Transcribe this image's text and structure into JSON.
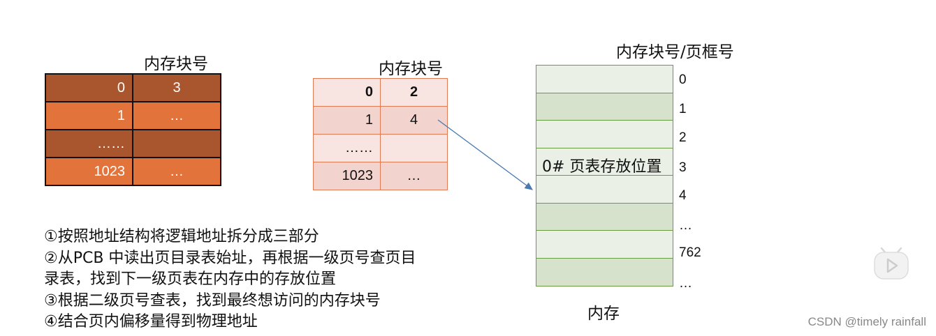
{
  "table1": {
    "header": "内存块号",
    "rows": [
      {
        "left": "0",
        "right": "3"
      },
      {
        "left": "1",
        "right": "…"
      },
      {
        "left": "……",
        "right": ""
      },
      {
        "left": "1023",
        "right": "…"
      }
    ]
  },
  "table2": {
    "header": "内存块号",
    "rows": [
      {
        "left": "0",
        "right": "2"
      },
      {
        "left": "1",
        "right": "4"
      },
      {
        "left": "……",
        "right": ""
      },
      {
        "left": "1023",
        "right": "…"
      }
    ]
  },
  "memory": {
    "header": "内存块号/页框号",
    "label": "内存",
    "page_table_label": "0# 页表存放位置",
    "numbers": [
      "0",
      "1",
      "2",
      "3",
      "4",
      "…",
      "762",
      "…"
    ]
  },
  "steps": [
    "①按照地址结构将逻辑地址拆分成三部分",
    "②从PCB 中读出页目录表始址，再根据一级页号查页目",
    "录表，找到下一级页表在内存中的存放位置",
    "③根据二级页号查表，找到最终想访问的内存块号",
    "④结合页内偏移量得到物理地址"
  ],
  "watermark": "CSDN @timely rainfall",
  "colors": {
    "table1_dark": "#a9552d",
    "table1_light": "#e2733b",
    "table2_light": "#f8e5e2",
    "table2_dark": "#f3d3ce",
    "memory_light": "#eaf0e5",
    "memory_dark": "#d6e2cc",
    "arrow": "#4a7ab0"
  },
  "icons": [
    "play-icon"
  ]
}
